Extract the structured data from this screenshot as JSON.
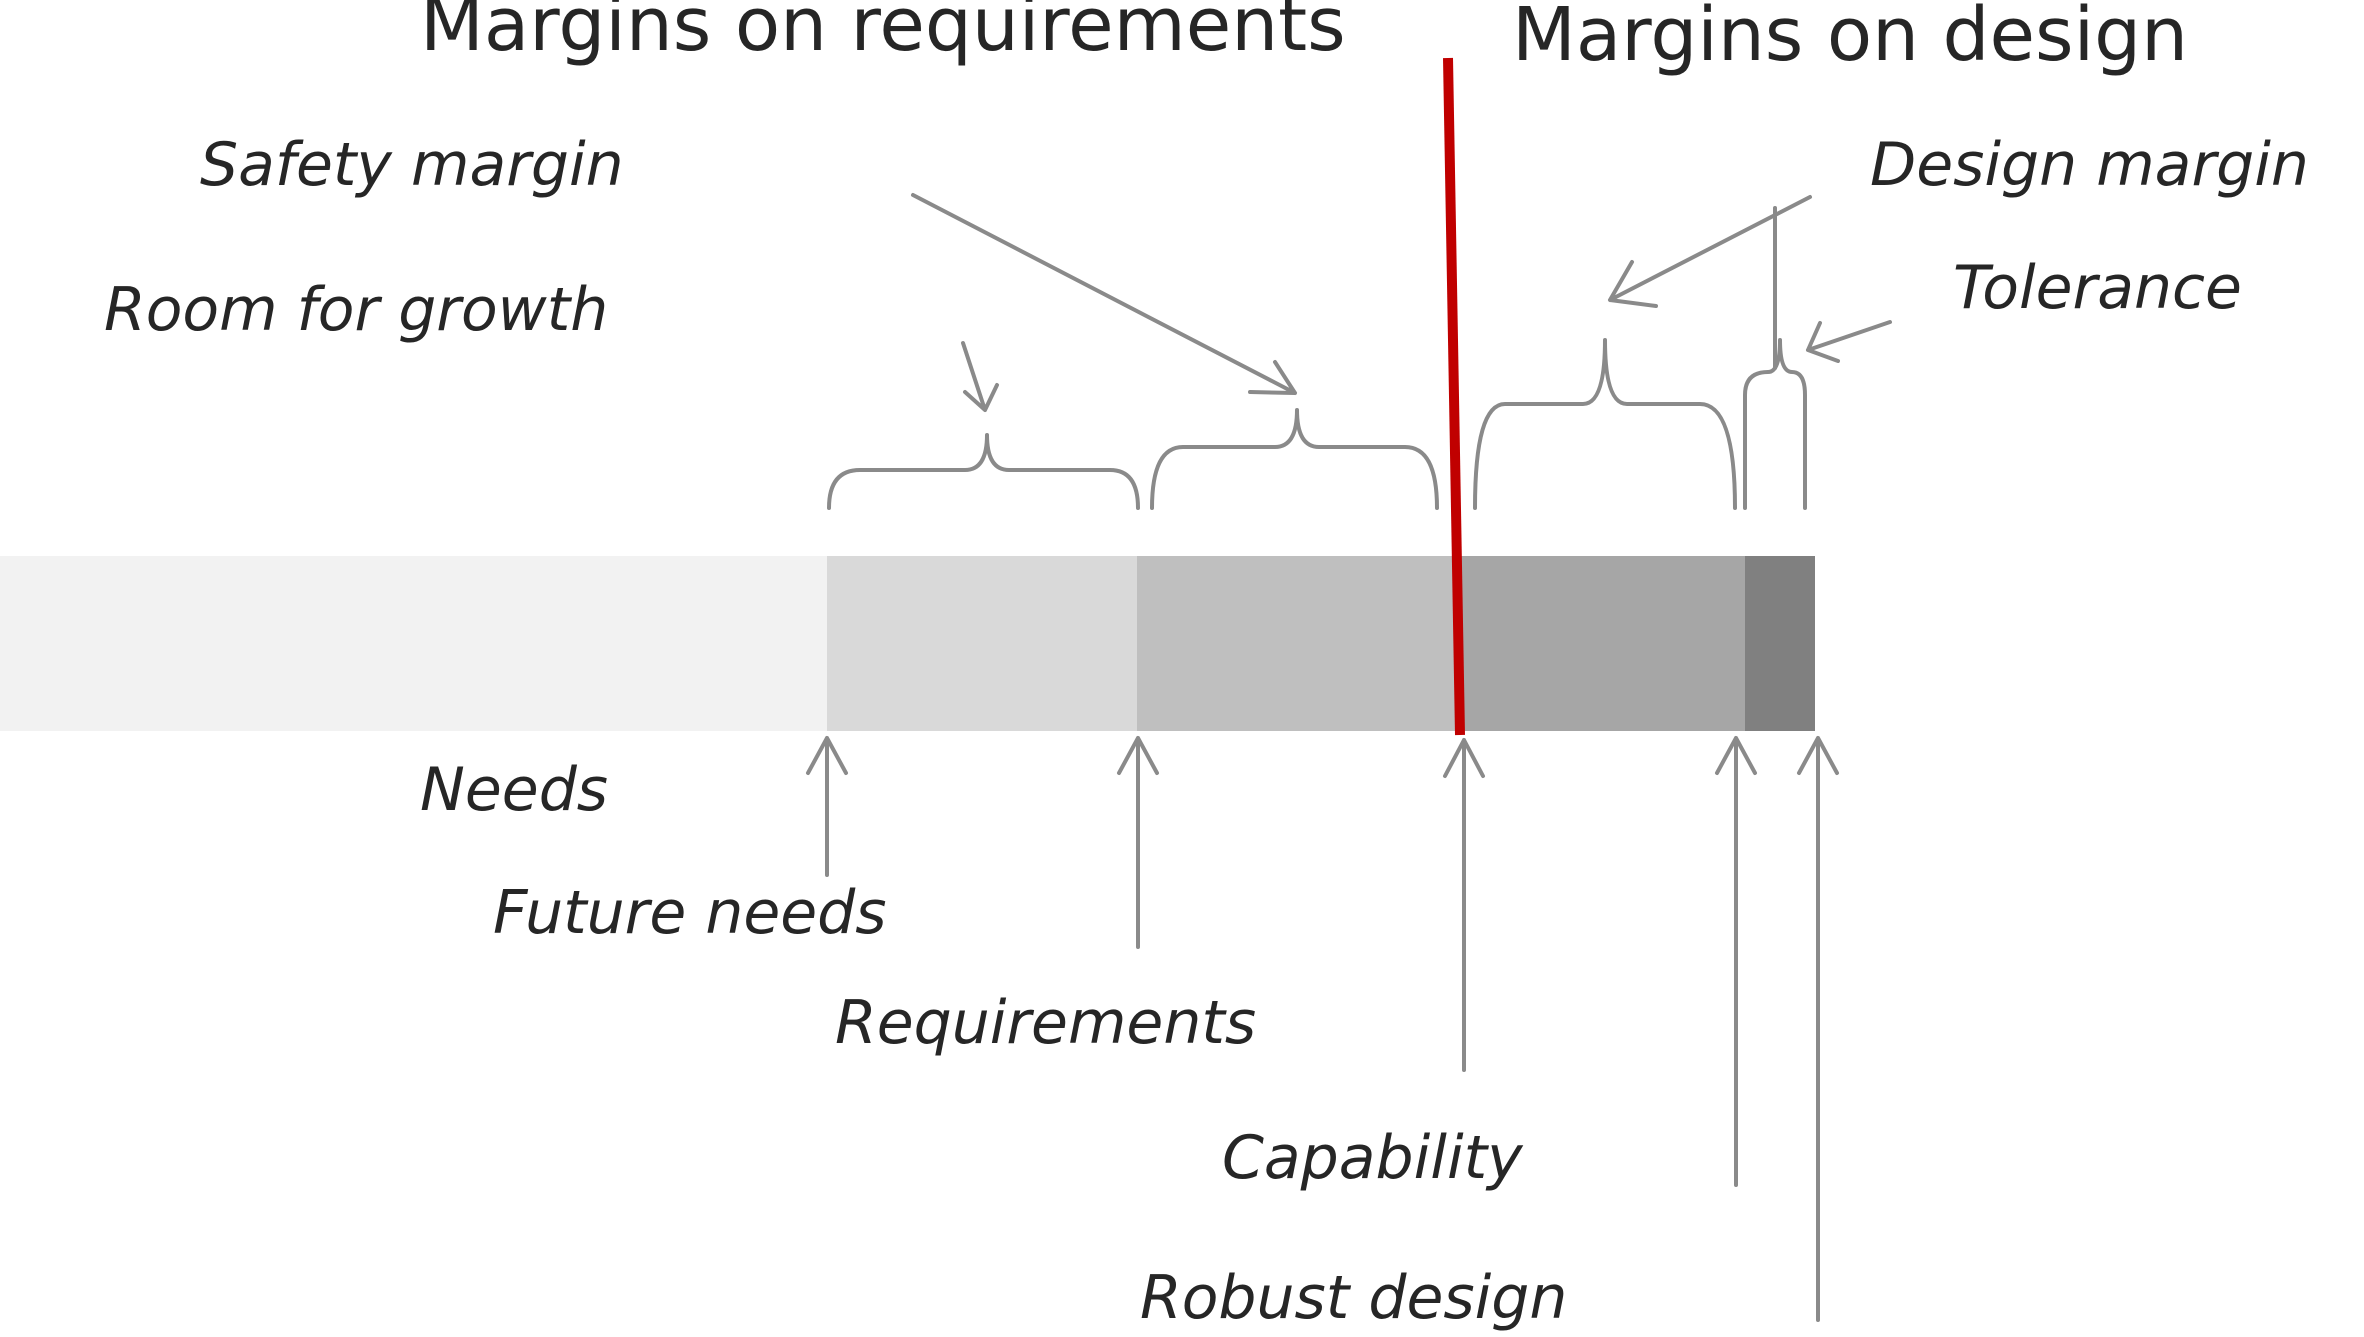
{
  "headings": {
    "requirements_margins": "Margins on requirements",
    "design_margins": "Margins on design"
  },
  "labels": {
    "safety_margin": "Safety margin",
    "room_for_growth": "Room for growth",
    "design_margin": "Design margin",
    "tolerance": "Tolerance",
    "needs": "Needs",
    "future_needs": "Future needs",
    "requirements": "Requirements",
    "capability": "Capability",
    "robust_design": "Robust design"
  },
  "colors": {
    "bar_needs": "#f2f2f2",
    "bar_future_needs": "#d9d9d9",
    "bar_requirements": "#bfbfbf",
    "bar_capability": "#a6a6a6",
    "bar_robust_design": "#808080",
    "divider_line": "#c00000",
    "annotation": "#8a8a8a"
  }
}
